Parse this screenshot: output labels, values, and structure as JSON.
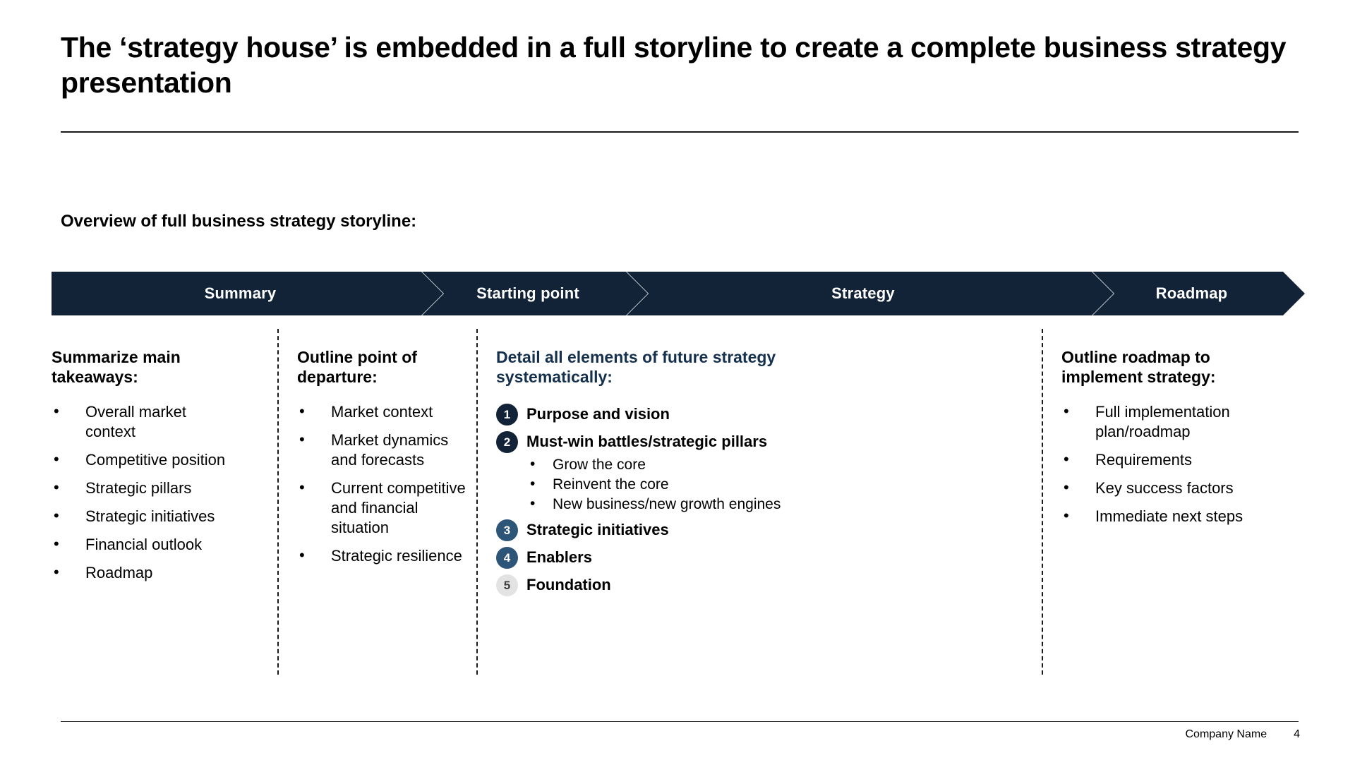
{
  "slide": {
    "title": "The ‘strategy house’ is embedded in a full storyline to create a complete business strategy presentation",
    "subhead": "Overview of full business strategy storyline:"
  },
  "colors": {
    "navy": "#122338",
    "steel_blue": "#2c5577",
    "light_grey": "#e3e3e3",
    "header_navy_text": "#15304d"
  },
  "banner": {
    "segments": [
      {
        "label": "Summary"
      },
      {
        "label": "Starting point"
      },
      {
        "label": "Strategy"
      },
      {
        "label": "Roadmap"
      }
    ]
  },
  "columns": [
    {
      "heading": "Summarize main takeaways:",
      "heading_color": "black",
      "bullets": [
        "Overall market context",
        "Competitive position",
        "Strategic pillars",
        "Strategic initiatives",
        "Financial outlook",
        "Roadmap"
      ]
    },
    {
      "heading": "Outline point of departure:",
      "heading_color": "black",
      "bullets": [
        "Market context",
        "Market dynamics and forecasts",
        "Current competitive and financial situation",
        "Strategic resilience"
      ]
    },
    {
      "heading": "Detail all elements of future strategy systematically:",
      "heading_color": "navy",
      "numbered": [
        {
          "number": "1",
          "label": "Purpose and vision",
          "badge_style": "navy",
          "subbullets": []
        },
        {
          "number": "2",
          "label": "Must-win battles/strategic pillars",
          "badge_style": "navy",
          "subbullets": [
            "Grow the core",
            "Reinvent the core",
            "New business/new growth engines"
          ]
        },
        {
          "number": "3",
          "label": "Strategic initiatives",
          "badge_style": "blue",
          "subbullets": []
        },
        {
          "number": "4",
          "label": "Enablers",
          "badge_style": "blue",
          "subbullets": []
        },
        {
          "number": "5",
          "label": "Foundation",
          "badge_style": "grey",
          "subbullets": []
        }
      ]
    },
    {
      "heading": "Outline roadmap to implement strategy:",
      "heading_color": "black",
      "bullets": [
        "Full implementation plan/roadmap",
        "Requirements",
        "Key success factors",
        "Immediate next steps"
      ]
    }
  ],
  "footer": {
    "company": "Company Name",
    "page_number": "4"
  }
}
